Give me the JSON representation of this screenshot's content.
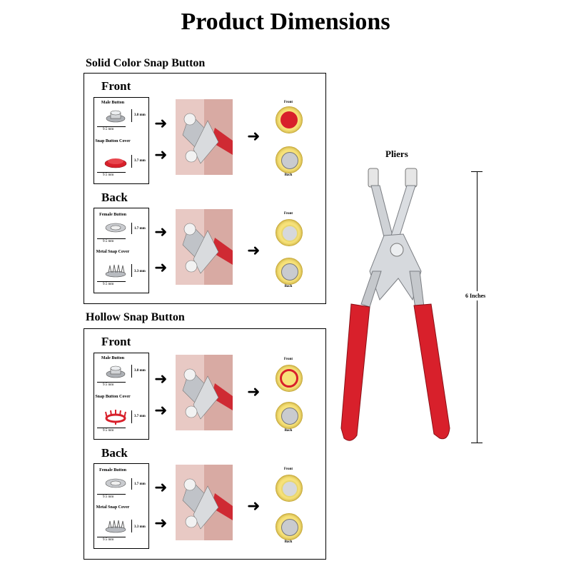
{
  "title": "Product Dimensions",
  "sections": [
    {
      "heading": "Solid Color Snap Button",
      "front": {
        "label": "Front",
        "items": [
          {
            "name": "Male Button",
            "height": "3.8 mm",
            "width": "9.5 mm"
          },
          {
            "name": "Snap Button Cover",
            "height": "3.7 mm",
            "width": "9.5 mm"
          }
        ],
        "result_top": "Front",
        "result_bottom": "Back"
      },
      "back": {
        "label": "Back",
        "items": [
          {
            "name": "Female Button",
            "height": "1.7 mm",
            "width": "9.5 mm"
          },
          {
            "name": "Metal Snap Cover",
            "height": "3.3 mm",
            "width": "9.5 mm"
          }
        ],
        "result_top": "Front",
        "result_bottom": "Back"
      }
    },
    {
      "heading": "Hollow Snap Button",
      "front": {
        "label": "Front",
        "items": [
          {
            "name": "Male Button",
            "height": "3.8 mm",
            "width": "9.5 mm"
          },
          {
            "name": "Snap Button Cover",
            "height": "3.7 mm",
            "width": "9.5 mm"
          }
        ],
        "result_top": "Front",
        "result_bottom": "Back"
      },
      "back": {
        "label": "Back",
        "items": [
          {
            "name": "Female Button",
            "height": "1.7 mm",
            "width": "9.5 mm"
          },
          {
            "name": "Metal Snap Cover",
            "height": "3.3 mm",
            "width": "9.5 mm"
          }
        ],
        "result_top": "Front",
        "result_bottom": "Back"
      }
    }
  ],
  "pliers": {
    "label": "Pliers",
    "length": "6 Inches"
  },
  "colors": {
    "red": "#d8202b",
    "silver": "#c9cbcf",
    "gold": "#f7e27a"
  }
}
